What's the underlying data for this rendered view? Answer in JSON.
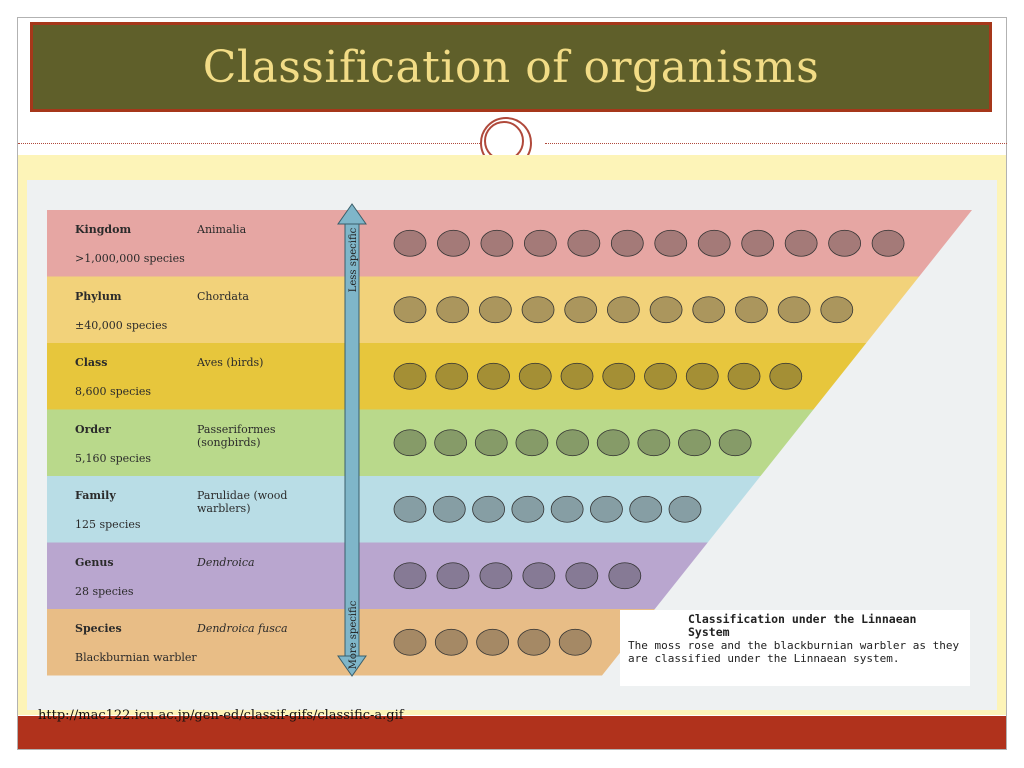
{
  "slide": {
    "title": "Classification of organisms",
    "source_url": "http://mac122.icu.ac.jp/gen-ed/classif-gifs/classific-a.gif"
  },
  "figure": {
    "axis_top_label": "Less specific",
    "axis_bottom_label": "More specific",
    "ranks": [
      {
        "rank": "Kingdom",
        "taxon": "Animalia",
        "count": ">1,000,000 species",
        "color": "#e6a6a3"
      },
      {
        "rank": "Phylum",
        "taxon": "Chordata",
        "count": "±40,000 species",
        "color": "#f2d27a"
      },
      {
        "rank": "Class",
        "taxon": "Aves (birds)",
        "count": "8,600 species",
        "color": "#e7c63c"
      },
      {
        "rank": "Order",
        "taxon": "Passeriformes (songbirds)",
        "count": "5,160 species",
        "color": "#b9d98b"
      },
      {
        "rank": "Family",
        "taxon": "Parulidae (wood warblers)",
        "count": "125 species",
        "color": "#b9dde6"
      },
      {
        "rank": "Genus",
        "taxon": "Dendroica",
        "count": "28 species",
        "color": "#b9a6cf"
      },
      {
        "rank": "Species",
        "taxon": "Dendroica fusca",
        "count": "Blackburnian warbler",
        "color": "#e8bd86"
      }
    ],
    "caption_title": "Classification under the Linnaean System",
    "caption_body": "The moss rose and the blackburnian warbler as they are classified under the Linnaean system."
  },
  "colors": {
    "title_bar": "#5f5f2a",
    "title_text": "#f2dc86",
    "accent": "#b0321c",
    "band": "#fdf4b8"
  }
}
